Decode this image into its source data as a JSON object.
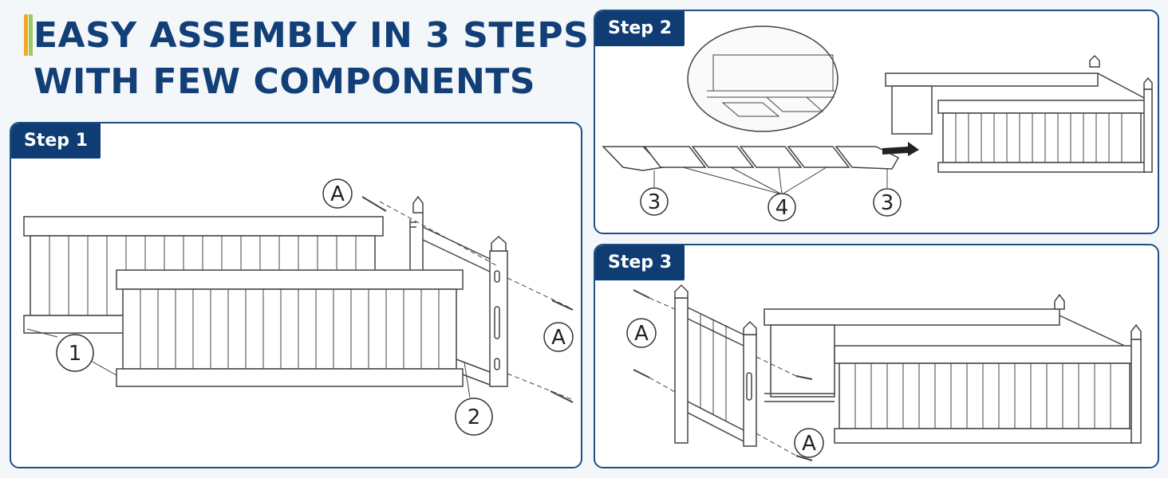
{
  "headline": {
    "line1": "EASY ASSEMBLY IN 3 STEPS",
    "line2": "WITH FEW COMPONENTS",
    "accent_colors": [
      "#f5a623",
      "#8bc34a"
    ],
    "text_color": "#123f77"
  },
  "panels": [
    {
      "title": "Step 1",
      "callouts": {
        "screw_label": "A",
        "part_1": "1",
        "part_2": "2"
      }
    },
    {
      "title": "Step 2",
      "callouts": {
        "end_board": "3",
        "middle_boards": "4"
      }
    },
    {
      "title": "Step 3",
      "callouts": {
        "screw_label": "A"
      }
    }
  ],
  "colors": {
    "panel_border": "#1f4e85",
    "tab_bg": "#0e3c73",
    "line_art": "#444444"
  }
}
